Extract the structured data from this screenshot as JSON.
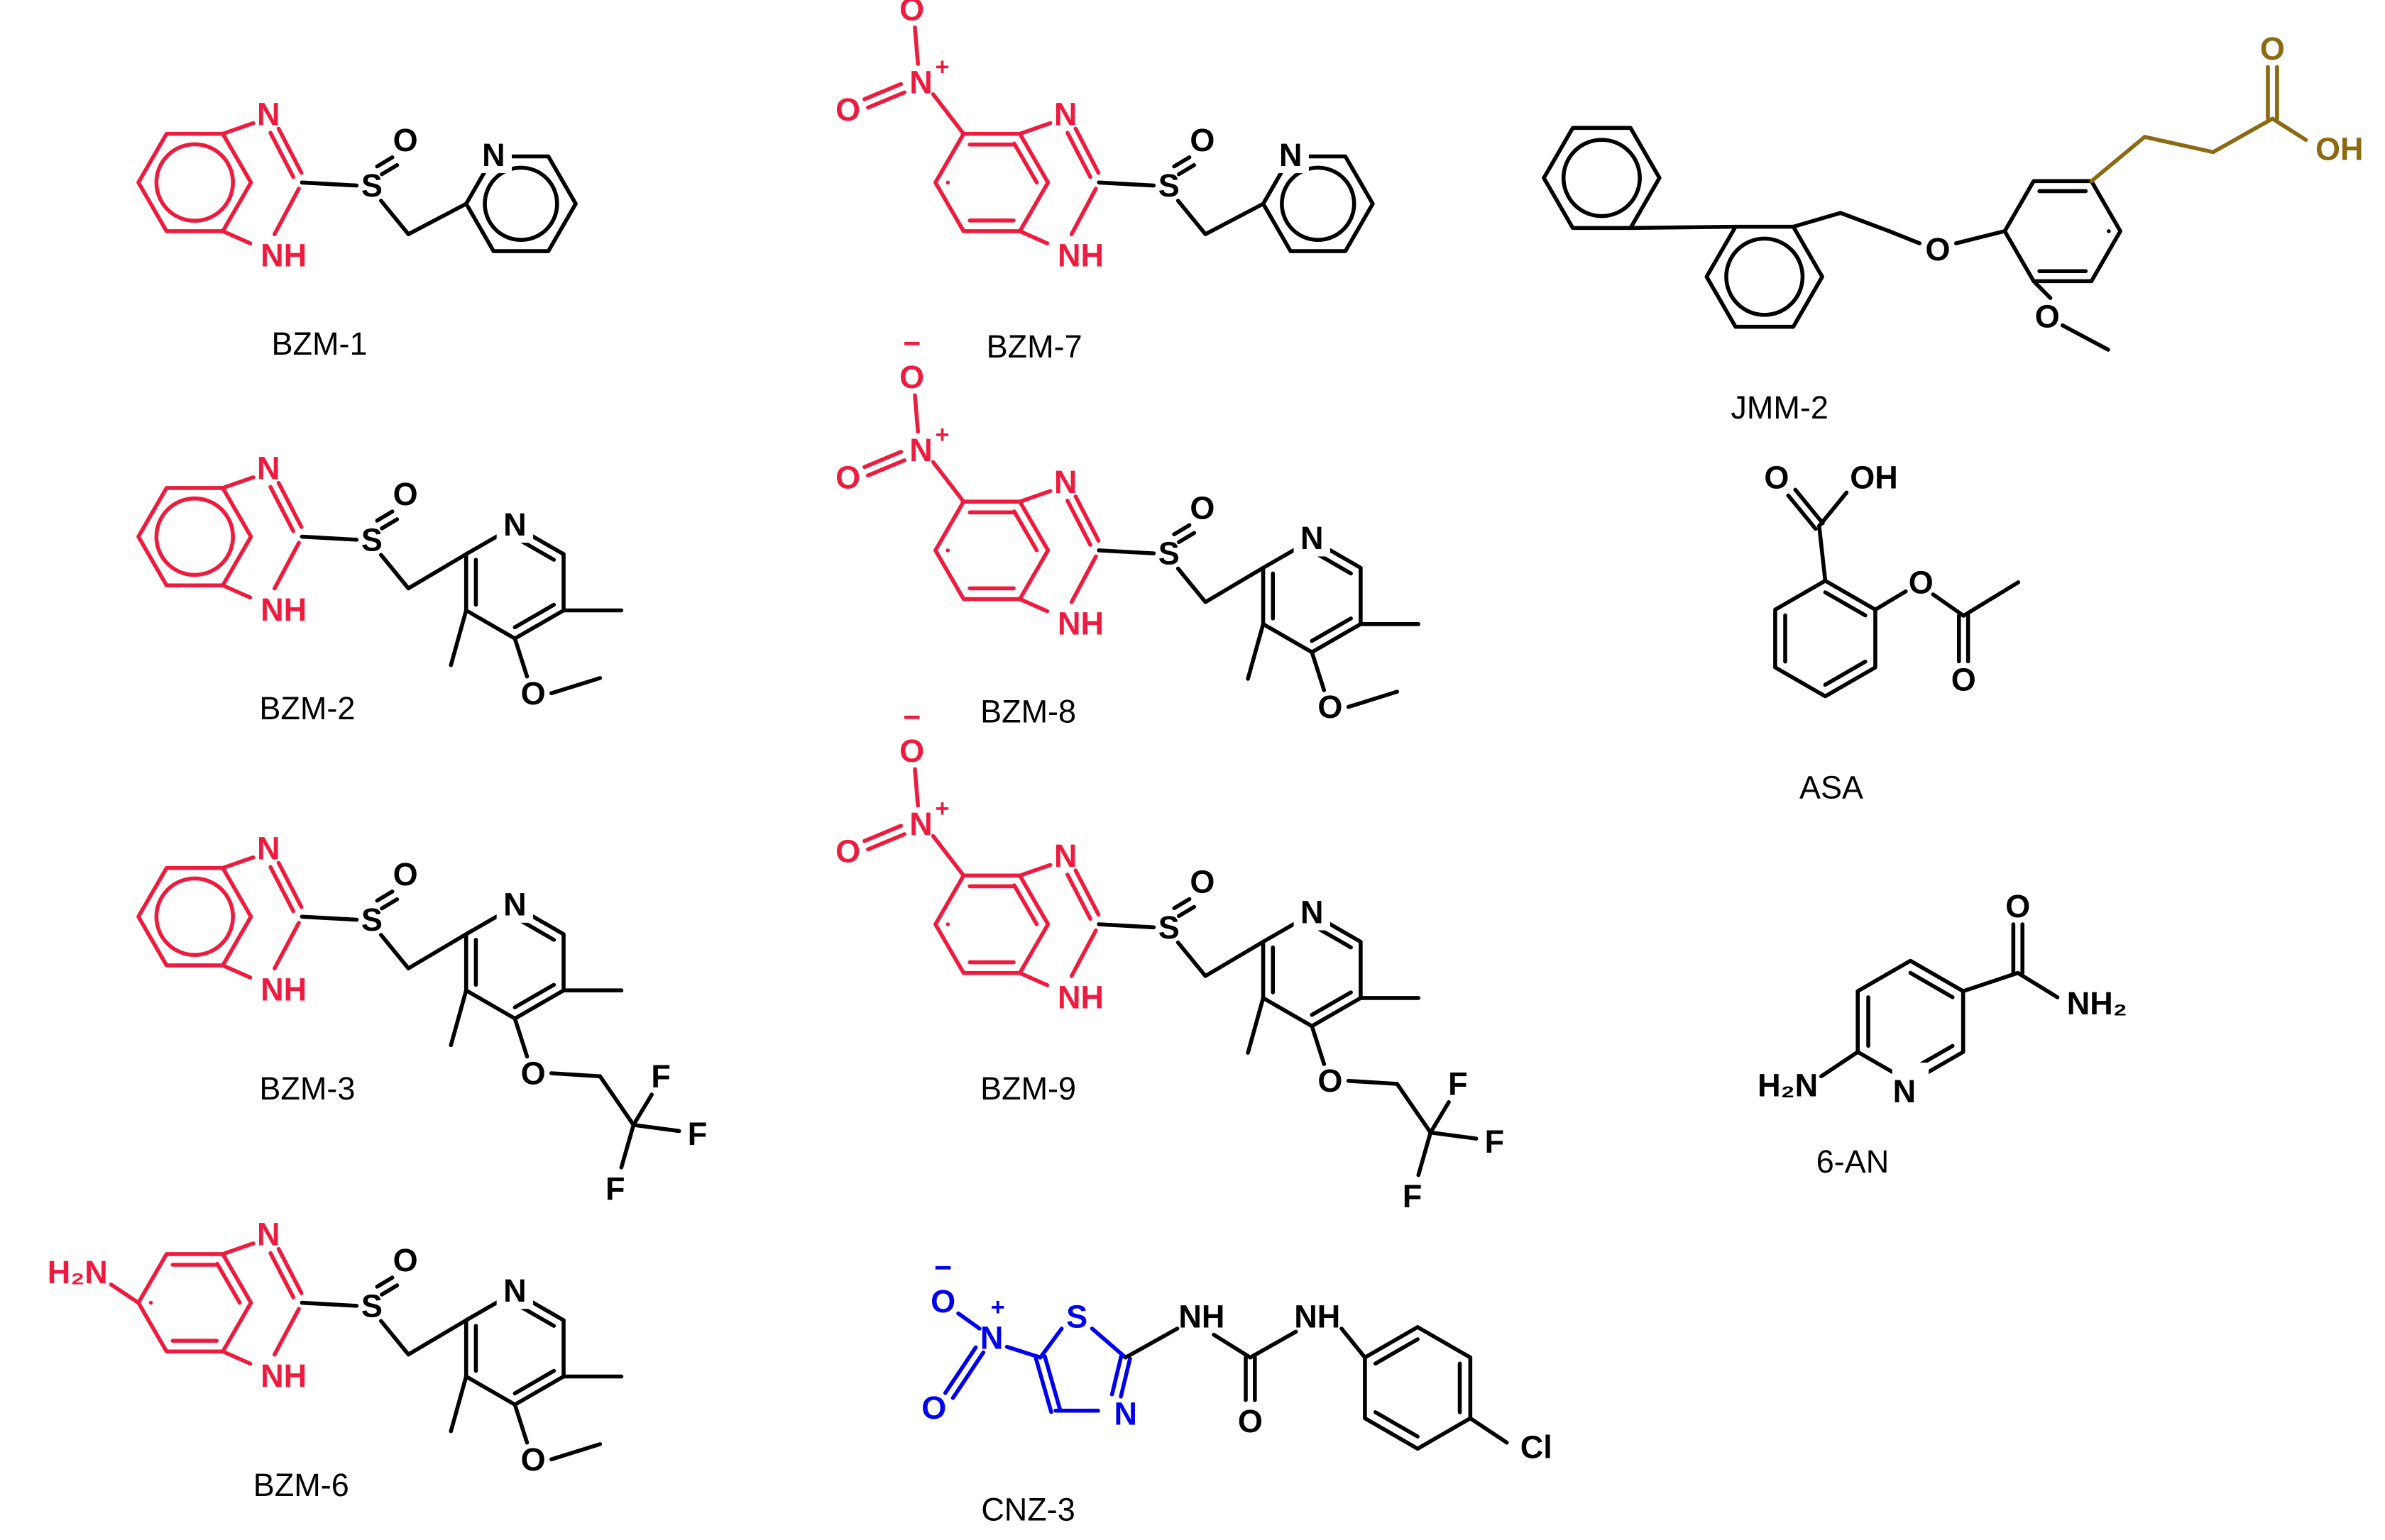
{
  "colors": {
    "benzimidazole": "#ee1b3e",
    "nitrothiazole": "#0000ee",
    "carboxylic_acid": "#8b6a12",
    "default": "#000000"
  },
  "labels": {
    "atom_N": "N",
    "atom_NH": "NH",
    "atom_S": "S",
    "atom_O": "O",
    "atom_F": "F",
    "atom_Cl": "Cl",
    "atom_OH": "OH",
    "atom_NH2": "NH₂",
    "atom_H2N": "H₂N",
    "charge_plus": "+",
    "charge_minus": "−"
  },
  "compounds": {
    "bzm1": "BZM-1",
    "bzm2": "BZM-2",
    "bzm3": "BZM-3",
    "bzm6": "BZM-6",
    "bzm7": "BZM-7",
    "bzm8": "BZM-8",
    "bzm9": "BZM-9",
    "cnz3": "CNZ-3",
    "jmm2": "JMM-2",
    "asa": "ASA",
    "an6": "6-AN"
  }
}
